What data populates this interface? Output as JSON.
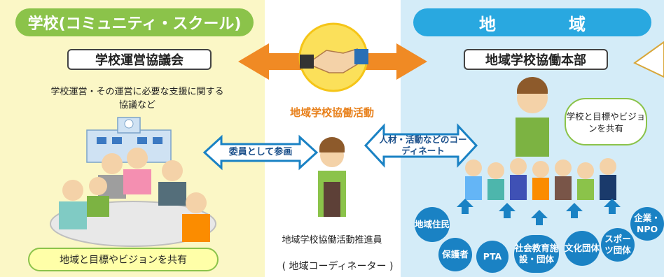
{
  "school_panel": {
    "title": "学校(コミュニティ・スクール)",
    "council": "学校運営協議会",
    "council_description": "学校運営・その運営に必要な支援に関する協議など",
    "bubble": "地域と目標やビジョンを共有"
  },
  "region_panel": {
    "title": "地　域",
    "hq": "地域学校協働本部",
    "bubble": "学校と目標やビジョンを共有",
    "groups": [
      "地域住民",
      "保護者",
      "PTA",
      "社会教育施設・団体",
      "文化団体",
      "スポーツ団体",
      "企業・NPO"
    ]
  },
  "center": {
    "activity": "地域学校協働活動",
    "arrow_left": "委員として参画",
    "arrow_right": "人材・活動などのコーディネート",
    "coordinator_role": "地域学校協働活動推進員",
    "coordinator_title": "( 地域コーディネーター )"
  },
  "colors": {
    "school_bg": "#fbf7c6",
    "region_bg": "#d4ecf8",
    "school_accent": "#8bc34a",
    "region_accent": "#29a8e0",
    "big_arrow": "#f08a24",
    "group_circle": "#1a82c4"
  }
}
